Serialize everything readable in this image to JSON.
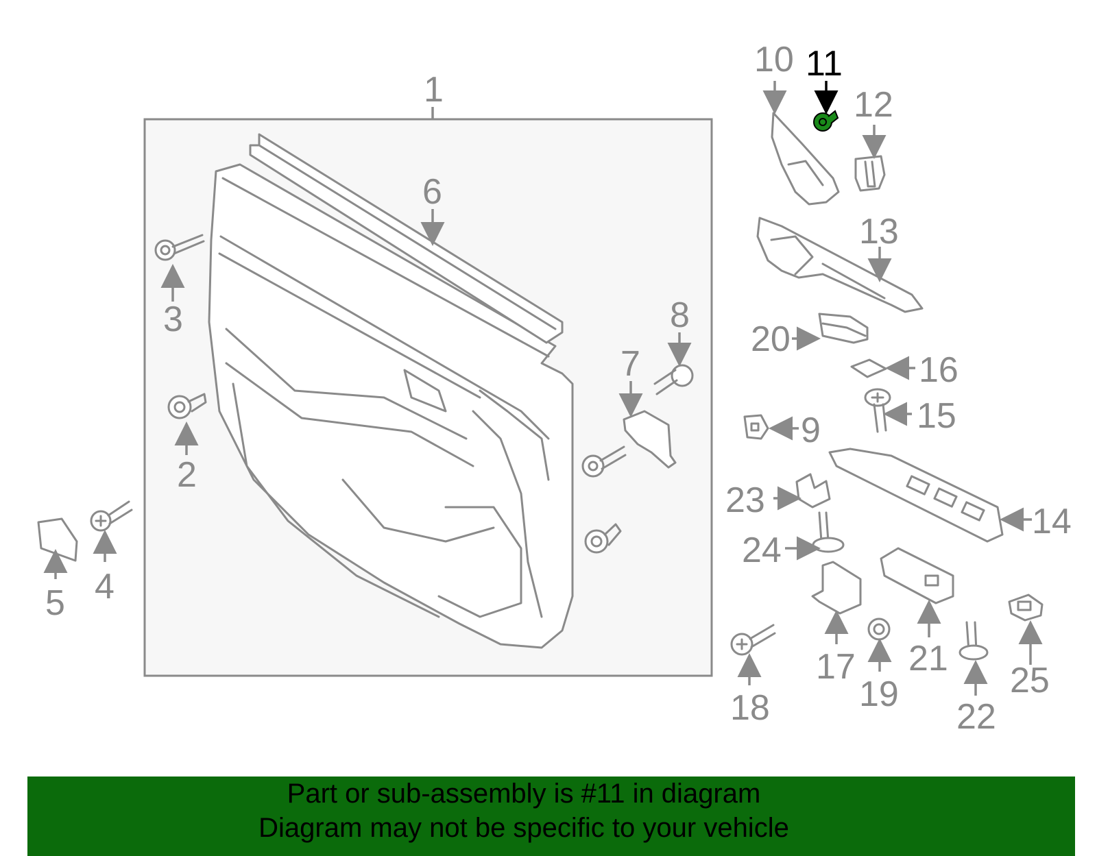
{
  "diagram": {
    "highlight_color": "#1a8a1a",
    "callouts": [
      {
        "id": "1",
        "label": "1"
      },
      {
        "id": "2",
        "label": "2"
      },
      {
        "id": "3",
        "label": "3"
      },
      {
        "id": "4",
        "label": "4"
      },
      {
        "id": "5",
        "label": "5"
      },
      {
        "id": "6",
        "label": "6"
      },
      {
        "id": "7",
        "label": "7"
      },
      {
        "id": "8",
        "label": "8"
      },
      {
        "id": "9",
        "label": "9"
      },
      {
        "id": "10",
        "label": "10"
      },
      {
        "id": "11",
        "label": "11",
        "highlighted": true
      },
      {
        "id": "12",
        "label": "12"
      },
      {
        "id": "13",
        "label": "13"
      },
      {
        "id": "14",
        "label": "14"
      },
      {
        "id": "15",
        "label": "15"
      },
      {
        "id": "16",
        "label": "16"
      },
      {
        "id": "17",
        "label": "17"
      },
      {
        "id": "18",
        "label": "18"
      },
      {
        "id": "19",
        "label": "19"
      },
      {
        "id": "20",
        "label": "20"
      },
      {
        "id": "21",
        "label": "21"
      },
      {
        "id": "22",
        "label": "22"
      },
      {
        "id": "23",
        "label": "23"
      },
      {
        "id": "24",
        "label": "24"
      },
      {
        "id": "25",
        "label": "25"
      }
    ]
  },
  "banner": {
    "background": "#0b6b0b",
    "line1": "Part or sub-assembly is #11 in diagram",
    "line2": "Diagram may not be specific to your vehicle"
  }
}
